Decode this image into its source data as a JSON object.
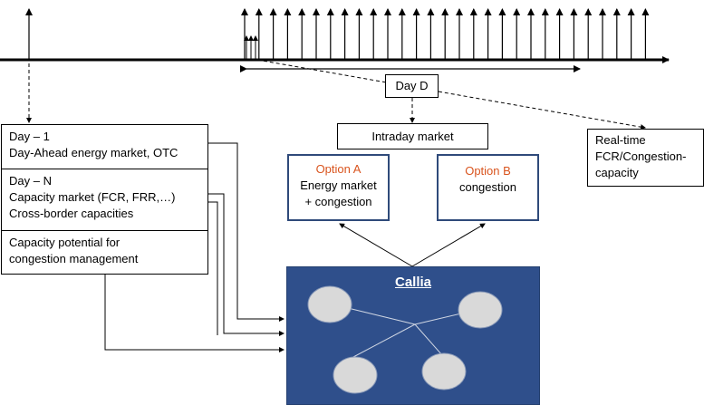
{
  "timeline": {
    "day_d_label": "Day D"
  },
  "left_boxes": [
    {
      "line1": "Day – 1",
      "line2": "Day-Ahead energy market,  OTC"
    },
    {
      "line1": "Day – N",
      "line2": "Capacity market  (FCR, FRR,…)",
      "line3": "Cross-border capacities"
    },
    {
      "line1": "Capacity potential for",
      "line2": "congestion management"
    }
  ],
  "intraday": {
    "label": "Intraday market"
  },
  "option_a": {
    "title": "Option A",
    "line1": "Energy market",
    "line2": "+ congestion"
  },
  "option_b": {
    "title": "Option B",
    "line1": "congestion"
  },
  "realtime": {
    "line1": "Real-time",
    "line2": "FCR/Congestion-",
    "line3": "capacity"
  },
  "callia": {
    "title": "Callia"
  },
  "colors": {
    "callia_bg": "#2f4f8b",
    "option_title": "#d9541e",
    "node_fill": "#d9d9d9"
  }
}
